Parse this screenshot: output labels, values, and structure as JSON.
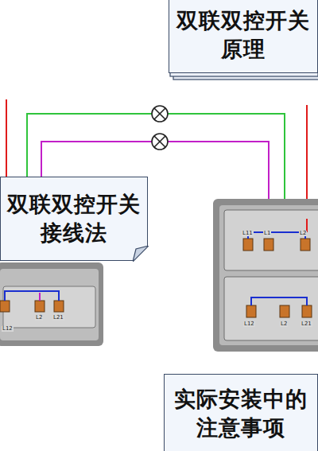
{
  "diagram": {
    "nodes": [
      {
        "text": [
          "双联双控开关原理"
        ]
      },
      {
        "text": [
          "双联双控开关接线法"
        ]
      },
      {
        "text": [
          "实际安装中的注意事项"
        ]
      }
    ],
    "labels": [
      "L11",
      "L1",
      "L2",
      "L12",
      "L2",
      "L21",
      "L2",
      "L21",
      "L12"
    ]
  }
}
